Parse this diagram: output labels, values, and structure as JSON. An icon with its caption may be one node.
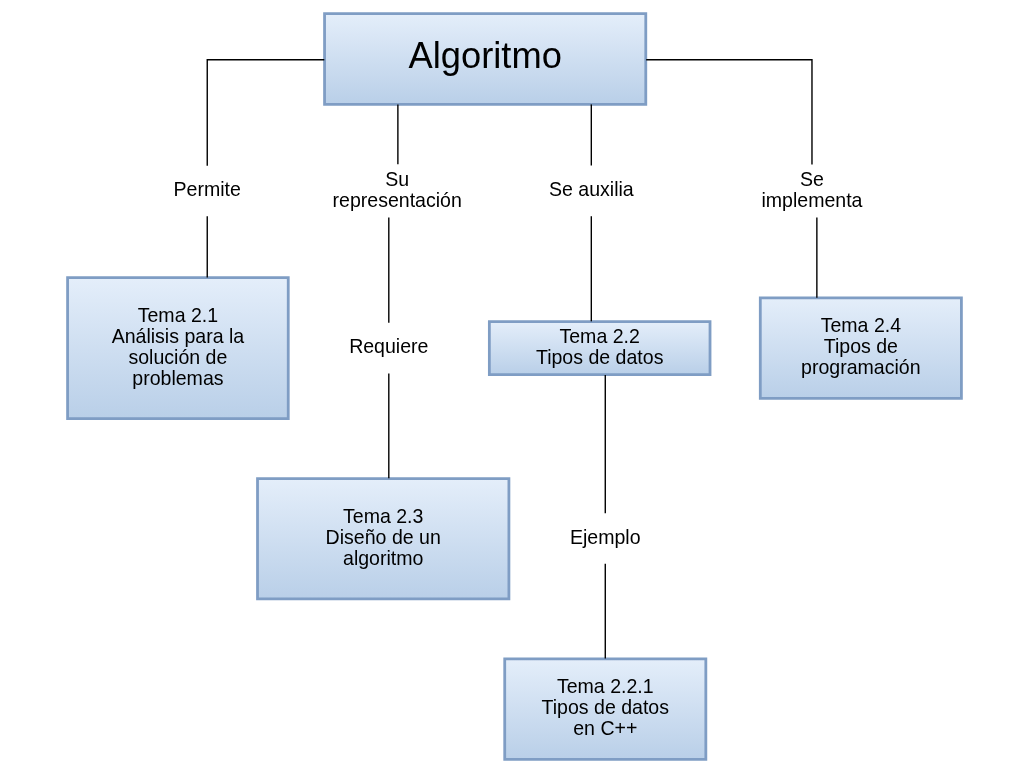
{
  "diagram": {
    "nodes": [
      {
        "text": [
          "Algoritmo"
        ]
      },
      {
        "text": [
          "Permite"
        ]
      },
      {
        "text": [
          "Su representación"
        ]
      },
      {
        "text": [
          "Se auxilia"
        ]
      },
      {
        "text": [
          "Se implementa"
        ]
      },
      {
        "text": [
          "Tema 2.1",
          "Análisis para la solución de problemas"
        ]
      },
      {
        "text": [
          "Requiere"
        ]
      },
      {
        "text": [
          "Tema 2.2",
          "Tipos de datos"
        ]
      },
      {
        "text": [
          "Tema 2.4",
          "Tipos de programación"
        ]
      },
      {
        "text": [
          "Ejemplo"
        ]
      },
      {
        "text": [
          "Tema 2.3",
          "Diseño de un algoritmo"
        ]
      },
      {
        "text": [
          "Tema 2.2.1",
          "Tipos de datos en C++"
        ]
      }
    ],
    "edges": [
      {
        "from": 0,
        "to": 1,
        "arrow": "none"
      },
      {
        "from": 0,
        "to": 2,
        "arrow": "none"
      },
      {
        "from": 0,
        "to": 3,
        "arrow": "none"
      },
      {
        "from": 0,
        "to": 4,
        "arrow": "none"
      },
      {
        "from": 1,
        "to": 5,
        "arrow": "none"
      },
      {
        "from": 2,
        "to": 6,
        "arrow": "none"
      },
      {
        "from": 6,
        "to": 10,
        "arrow": "none"
      },
      {
        "from": 3,
        "to": 7,
        "arrow": "none"
      },
      {
        "from": 7,
        "to": 9,
        "arrow": "none"
      },
      {
        "from": 9,
        "to": 11,
        "arrow": "none"
      },
      {
        "from": 4,
        "to": 8,
        "arrow": "none"
      }
    ]
  }
}
